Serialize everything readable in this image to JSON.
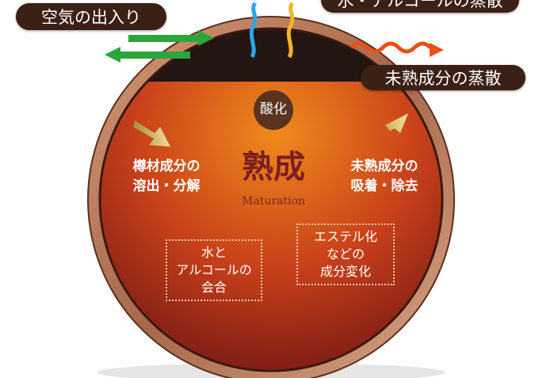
{
  "labels": {
    "air": "空気の出入り",
    "water_alcohol_evap": "水・アルコールの蒸散",
    "immature_evap": "未熟成分の蒸散",
    "oxidation": "酸化",
    "wood_dissolve_1": "樽材成分の",
    "wood_dissolve_2": "溶出・分解",
    "immature_absorb_1": "未熟成分の",
    "immature_absorb_2": "吸着・除去",
    "title": "熟成",
    "subtitle": "Maturation",
    "water_alcohol_1": "水と",
    "water_alcohol_2": "アルコールの",
    "water_alcohol_3": "会合",
    "ester_1": "エステル化",
    "ester_2": "などの",
    "ester_3": "成分変化"
  },
  "colors": {
    "air_arrow": "#2aa63a",
    "water_arrow": "#2aa8e8",
    "alcohol_arrow": "#f6b425",
    "immature_arrow": "#e8501a",
    "pill": "#3b2016",
    "title": "#7a1f1f"
  }
}
